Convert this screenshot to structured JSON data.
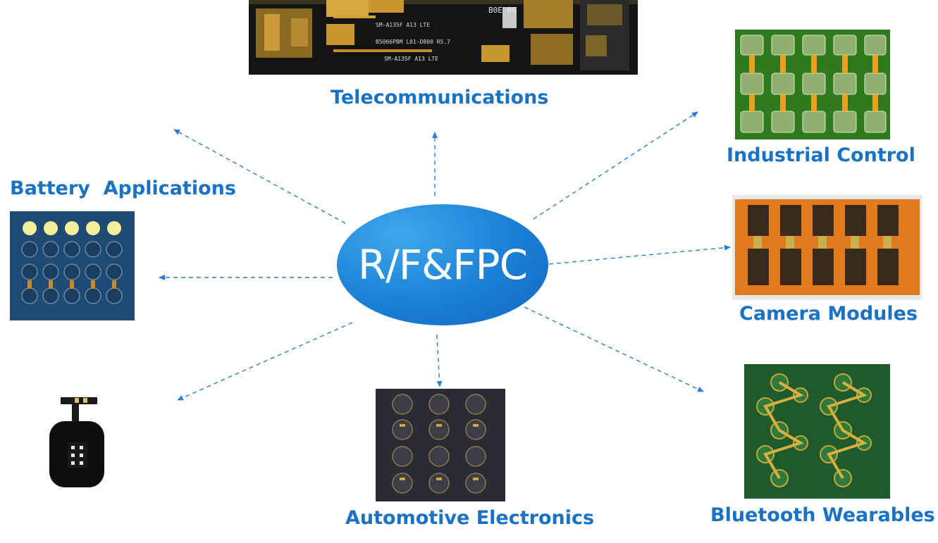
{
  "hub": {
    "label": "R/F&FPC"
  },
  "labels": {
    "telecom": "Telecommunications",
    "industrial": "Industrial Control",
    "battery": "Battery  Applications",
    "camera": "Camera Modules",
    "automotive": "Automotive Electronics",
    "bluetooth": "Bluetooth Wearables"
  },
  "telecom_board_text": {
    "line1": "SM-A135F A13 LTE",
    "line2": "B5066PBM L01-D800 R5.7",
    "line3": "B0E B6"
  },
  "colors": {
    "label": "#1a72c4",
    "hub": "#1a7fd6",
    "arrow": "#2a7fd0"
  }
}
